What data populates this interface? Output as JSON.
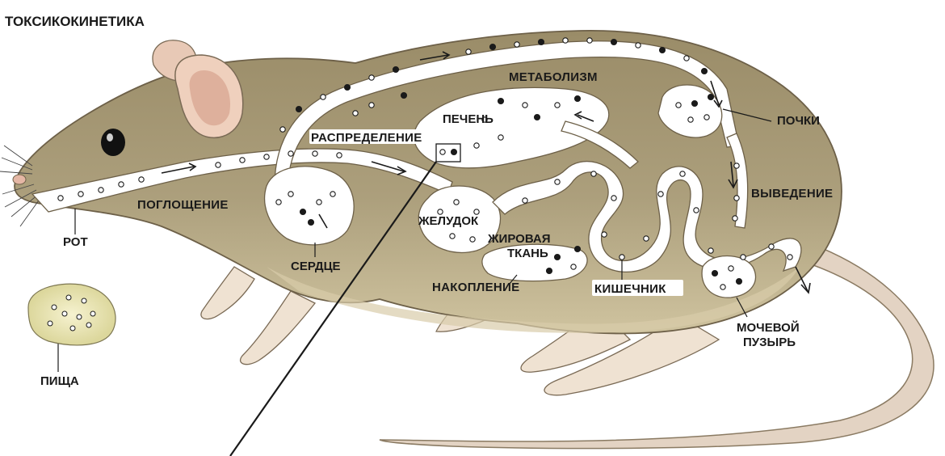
{
  "title": "ТОКСИКОКИНЕТИКА",
  "labels": {
    "metabolism": "МЕТАБОЛИЗМ",
    "distribution": "РАСПРЕДЕЛЕНИЕ",
    "absorption": "ПОГЛОЩЕНИЕ",
    "excretion": "ВЫВЕДЕНИЕ",
    "accumulation": "НАКОПЛЕНИЕ",
    "liver": "ПЕЧЕНЬ",
    "kidneys": "ПОЧКИ",
    "mouth": "РОТ",
    "heart": "СЕРДЦЕ",
    "stomach": "ЖЕЛУДОК",
    "fat_tissue_1": "ЖИРОВАЯ",
    "fat_tissue_2": "ТКАНЬ",
    "intestine": "КИШЕЧНИК",
    "bladder_1": "МОЧЕВОЙ",
    "bladder_2": "ПУЗЫРЬ",
    "food": "ПИЩА"
  },
  "colors": {
    "body": "#a89a76",
    "body_light": "#c9bd98",
    "belly": "#e6dcc0",
    "paw": "#eee0cf",
    "ear_inner": "#e4b9a5",
    "channel": "#ffffff",
    "ink": "#1a1a1a",
    "food": "#f1ecc0"
  }
}
